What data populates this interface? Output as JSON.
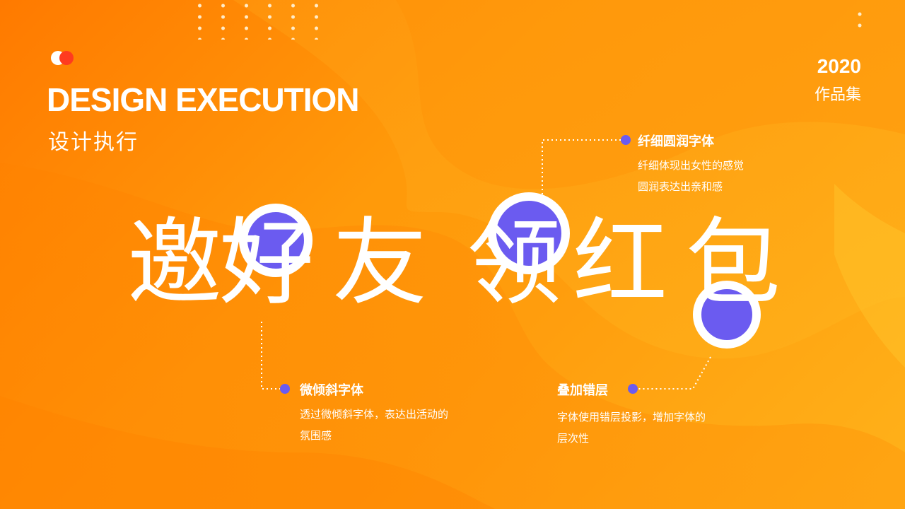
{
  "header": {
    "title_en": "DESIGN EXECUTION",
    "title_cn": "设计执行",
    "year": "2020",
    "subtitle": "作品集"
  },
  "headline": {
    "text": "邀好友 领红包",
    "chars": [
      "邀",
      "好",
      "友",
      "领",
      "红",
      "包"
    ]
  },
  "annotations": {
    "thin_round": {
      "title": "纤细圆润字体",
      "lines": [
        "纤细体现出女性的感觉",
        "圆润表达出亲和感"
      ]
    },
    "slant": {
      "title": "微倾斜字体",
      "lines": [
        "透过微倾斜字体，表达出活动的",
        "氛围感"
      ]
    },
    "overlap": {
      "title": "叠加错层",
      "lines": [
        "字体使用错层投影，增加字体的",
        "层次性"
      ]
    }
  },
  "colors": {
    "bg_orange": "#ff8a00",
    "bg_light": "#ffb21a",
    "accent_purple": "#6b5bf0",
    "logo_red": "#ff3b1f",
    "text": "#ffffff"
  },
  "icons": [
    "logo-icon",
    "bullet-icon",
    "dot-grid-decoration"
  ]
}
